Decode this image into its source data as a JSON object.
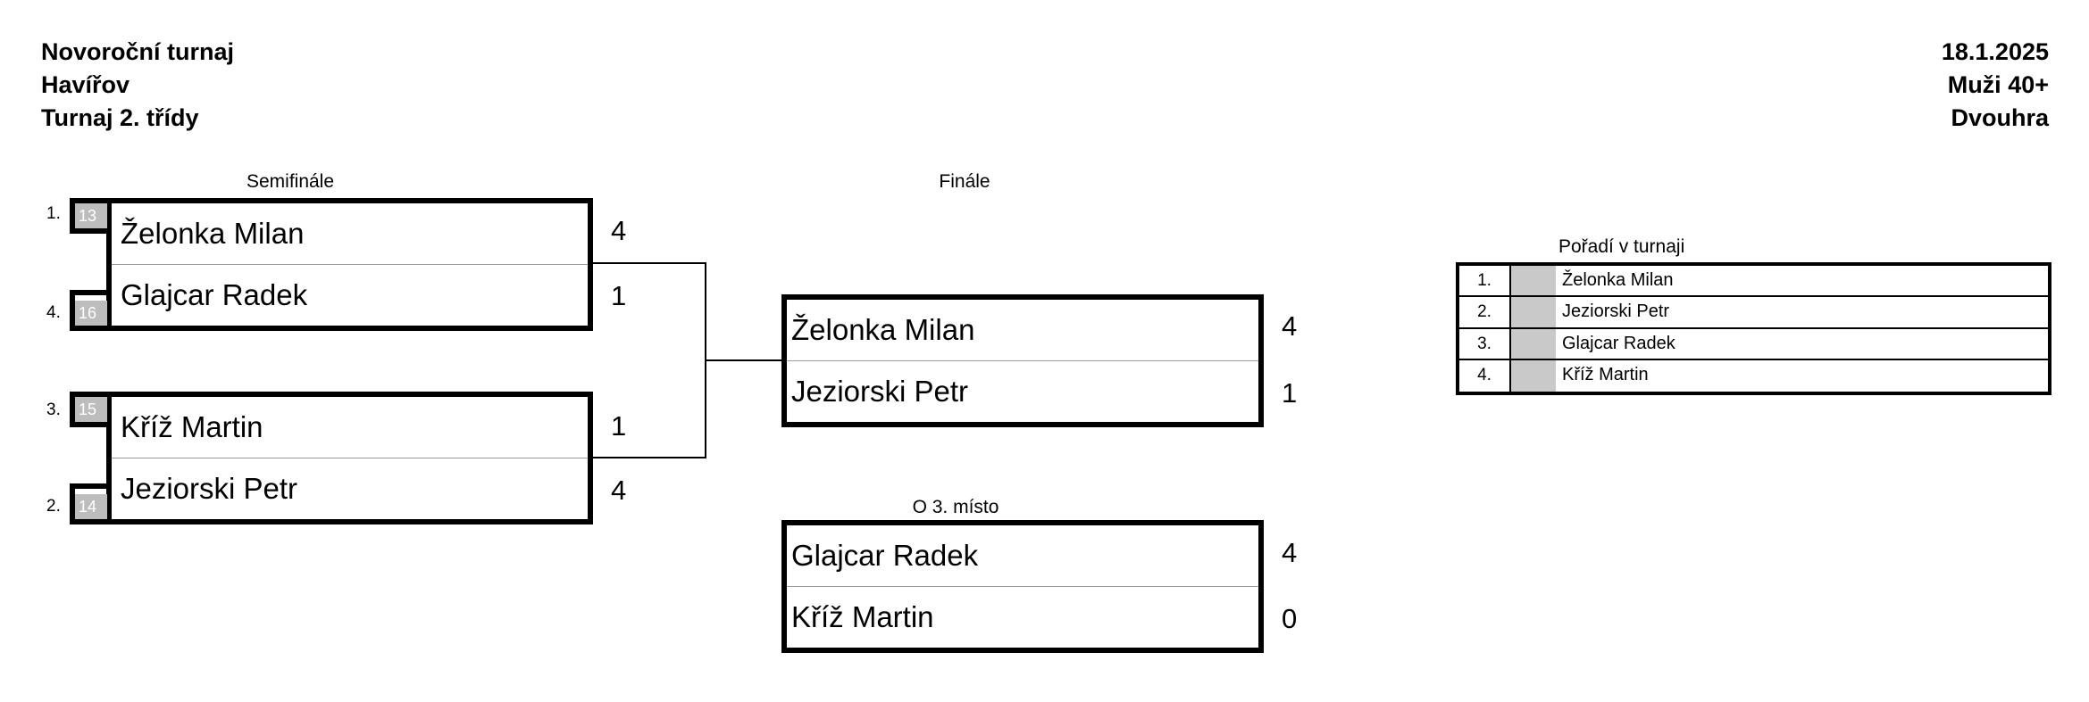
{
  "header": {
    "tournament": "Novoroční turnaj",
    "city": "Havířov",
    "category": "Turnaj 2. třídy",
    "date": "18.1.2025",
    "group": "Muži 40+",
    "discipline": "Dvouhra"
  },
  "captions": {
    "semifinal": "Semifinále",
    "final": "Finále",
    "third_place": "O 3. místo",
    "ranking": "Pořadí v turnaji"
  },
  "semifinals": [
    {
      "top": {
        "position": "1.",
        "seed": "13",
        "name": "Želonka Milan",
        "score": "4"
      },
      "bottom": {
        "position": "4.",
        "seed": "16",
        "name": "Glajcar Radek",
        "score": "1"
      }
    },
    {
      "top": {
        "position": "3.",
        "seed": "15",
        "name": "Kříž Martin",
        "score": "1"
      },
      "bottom": {
        "position": "2.",
        "seed": "14",
        "name": "Jeziorski Petr",
        "score": "4"
      }
    }
  ],
  "final": {
    "top": {
      "name": "Želonka Milan",
      "score": "4"
    },
    "bottom": {
      "name": "Jeziorski Petr",
      "score": "1"
    }
  },
  "third_place": {
    "top": {
      "name": "Glajcar Radek",
      "score": "4"
    },
    "bottom": {
      "name": "Kříž Martin",
      "score": "0"
    }
  },
  "ranking": [
    {
      "position": "1.",
      "name": "Želonka Milan"
    },
    {
      "position": "2.",
      "name": "Jeziorski Petr"
    },
    {
      "position": "3.",
      "name": "Glajcar Radek"
    },
    {
      "position": "4.",
      "name": "Kříž Martin"
    }
  ]
}
